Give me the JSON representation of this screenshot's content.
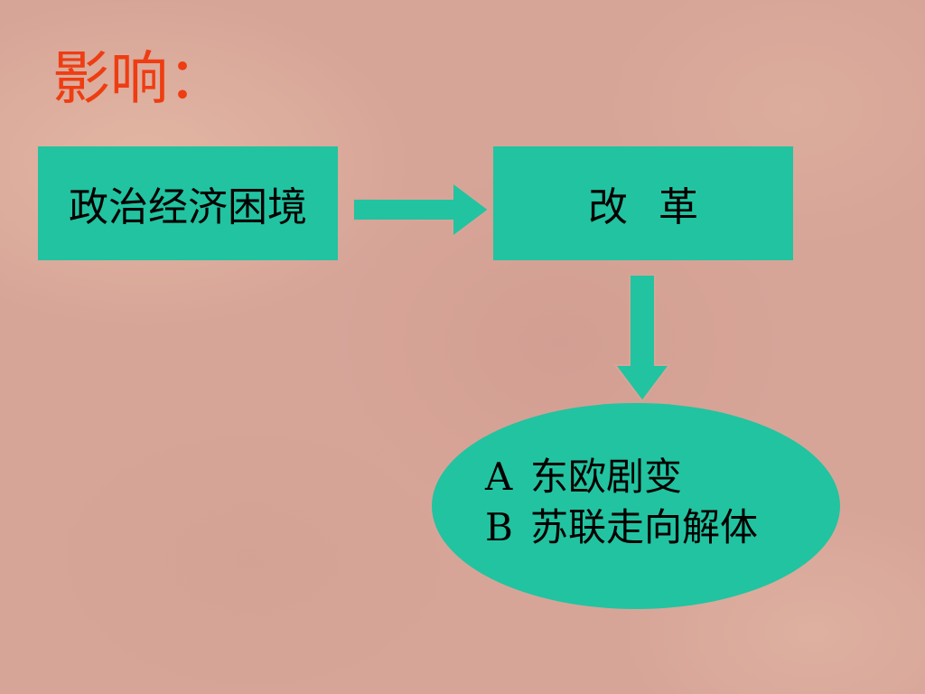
{
  "title": "影响：",
  "boxes": {
    "left": "政治经济困境",
    "right_part1": "改",
    "right_part2": "革"
  },
  "outcomes": [
    {
      "letter": "A",
      "text": "东欧剧变"
    },
    {
      "letter": "B",
      "text": "苏联走向解体"
    }
  ],
  "colors": {
    "title": "#ee3d12",
    "box_fill": "#22c3a0",
    "text": "#000000"
  }
}
